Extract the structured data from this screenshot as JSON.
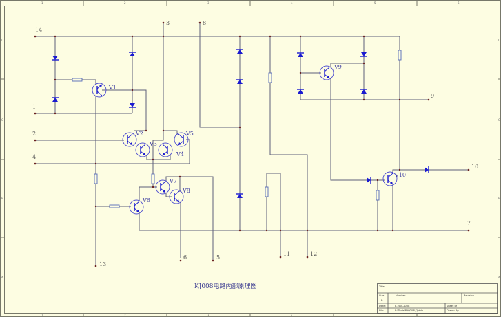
{
  "drawing_title": "KJ008电路内部原理图",
  "zones": {
    "columns": [
      "1",
      "2",
      "3",
      "4",
      "5",
      "6"
    ],
    "rows": [
      "D",
      "C",
      "B",
      "A"
    ]
  },
  "pins": {
    "p1": "1",
    "p2": "2",
    "p3": "3",
    "p4": "4",
    "p5": "5",
    "p6": "6",
    "p7": "7",
    "p8": "8",
    "p9": "9",
    "p10": "10",
    "p11": "11",
    "p12": "12",
    "p13": "13",
    "p14": "14"
  },
  "transistors": {
    "v1": "V1",
    "v2": "V2",
    "v3": "V3",
    "v4": "V4",
    "v5": "V5",
    "v6": "V6",
    "v7": "V7",
    "v8": "V8",
    "v9": "V9",
    "v10": "V10"
  },
  "title_block": {
    "title_label": "Title",
    "size_label": "Size",
    "size_value": "B",
    "number_label": "Number",
    "revision_label": "Revision",
    "date_label": "Date:",
    "date_value": "8-May-2008",
    "sheet_label": "Sheet  of",
    "file_label": "File:",
    "file_value": "E:\\Tools\\P\\KJ008\\KJ.ddb",
    "drawn_by_label": "Drawn By:"
  },
  "colors": {
    "background": "#fdfde2",
    "wire": "#5d5f7a",
    "component": "#1a1ad0"
  }
}
